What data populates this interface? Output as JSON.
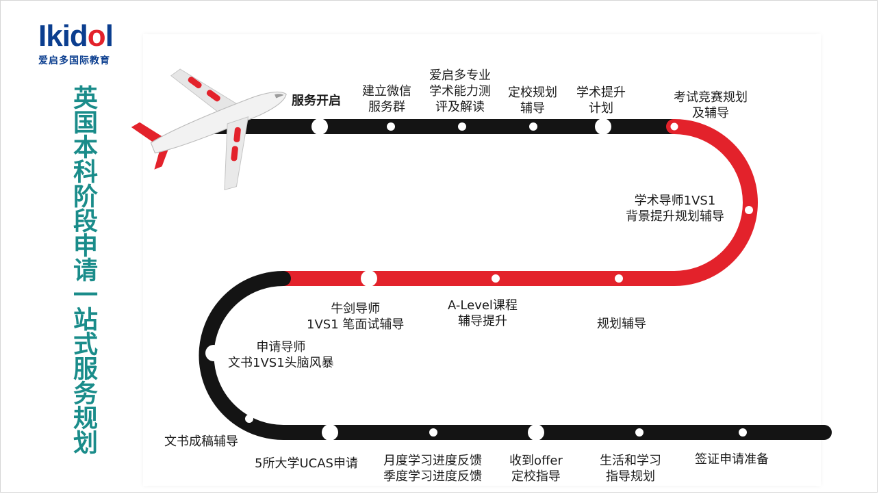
{
  "logo": {
    "brand_main": "Ikid",
    "brand_accent": "o",
    "brand_tail": "l",
    "tagline": "爱启多国际教育"
  },
  "title": "英国本科阶段申请一站式服务规划",
  "colors": {
    "red": "#e3222b",
    "black": "#141414",
    "teal": "#1a8c8a",
    "navy": "#0b3e8f"
  },
  "steps": [
    {
      "id": "start",
      "text": "服务开启",
      "emphasis": true
    },
    {
      "id": "wechat",
      "text": "建立微信\n服务群"
    },
    {
      "id": "assess",
      "text": "爱启多专业\n学术能力测\n评及解读"
    },
    {
      "id": "school",
      "text": "定校规划\n辅导"
    },
    {
      "id": "plan",
      "text": "学术提升\n计划"
    },
    {
      "id": "exam",
      "text": "考试竞赛规划\n及辅导"
    },
    {
      "id": "mentor",
      "text": "学术导师1VS1\n背景提升规划辅导"
    },
    {
      "id": "partial",
      "text": "规划辅导"
    },
    {
      "id": "alevel",
      "text": "A-Level课程\n辅导提升"
    },
    {
      "id": "oxbridge",
      "text": "牛剑导师\n1VS1 笔面试辅导"
    },
    {
      "id": "brainstorm",
      "text": "申请导师\n文书1VS1头脑风暴"
    },
    {
      "id": "essay",
      "text": "文书成稿辅导"
    },
    {
      "id": "ucas",
      "text": "5所大学UCAS申请"
    },
    {
      "id": "feedback",
      "text": "月度学习进度反馈\n季度学习进度反馈"
    },
    {
      "id": "offer",
      "text": "收到offer\n定校指导"
    },
    {
      "id": "life",
      "text": "生活和学习\n指导规划"
    },
    {
      "id": "visa",
      "text": "签证申请准备"
    }
  ]
}
